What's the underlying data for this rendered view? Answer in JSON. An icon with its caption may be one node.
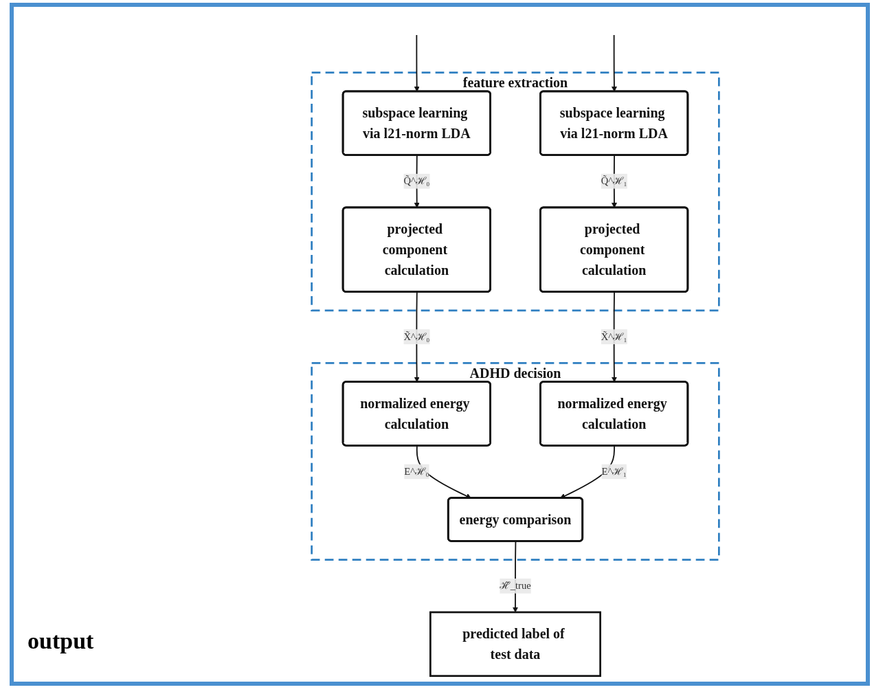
{
  "diagram": {
    "nodes": [
      {
        "text": [
          "feature extraction"
        ]
      },
      {
        "text": [
          "subspace learning via l21-norm LDA"
        ],
        "in": 0
      },
      {
        "text": [
          "subspace learning via l21-norm LDA"
        ],
        "in": 0
      },
      {
        "text": [
          "projected component calculation"
        ],
        "in": 0
      },
      {
        "text": [
          "projected component calculation"
        ],
        "in": 0
      },
      {
        "text": [
          "ADHD decision"
        ]
      },
      {
        "text": [
          "normalized energy calculation"
        ],
        "in": 5
      },
      {
        "text": [
          "normalized energy calculation"
        ],
        "in": 5
      },
      {
        "text": [
          "energy comparison"
        ],
        "in": 5
      },
      {
        "text": [
          "predicted label of test data"
        ]
      }
    ],
    "edges": [
      {
        "from": null,
        "to": 1,
        "arrow": "to"
      },
      {
        "from": null,
        "to": 2,
        "arrow": "to"
      },
      {
        "from": 1,
        "to": 3,
        "arrow": "to",
        "label": "Q̃^ℋ₀"
      },
      {
        "from": 2,
        "to": 4,
        "arrow": "to",
        "label": "Q̃^ℋ₁"
      },
      {
        "from": 3,
        "to": 6,
        "arrow": "to",
        "label": "X̃^ℋ₀"
      },
      {
        "from": 4,
        "to": 7,
        "arrow": "to",
        "label": "X̃^ℋ₁"
      },
      {
        "from": 6,
        "to": 8,
        "arrow": "to",
        "label": "E^ℋ₀"
      },
      {
        "from": 7,
        "to": 8,
        "arrow": "to",
        "label": "E^ℋ₁"
      },
      {
        "from": 8,
        "to": 9,
        "arrow": "to",
        "label": "ℋ̃_true"
      }
    ],
    "labels": [
      "output"
    ]
  }
}
